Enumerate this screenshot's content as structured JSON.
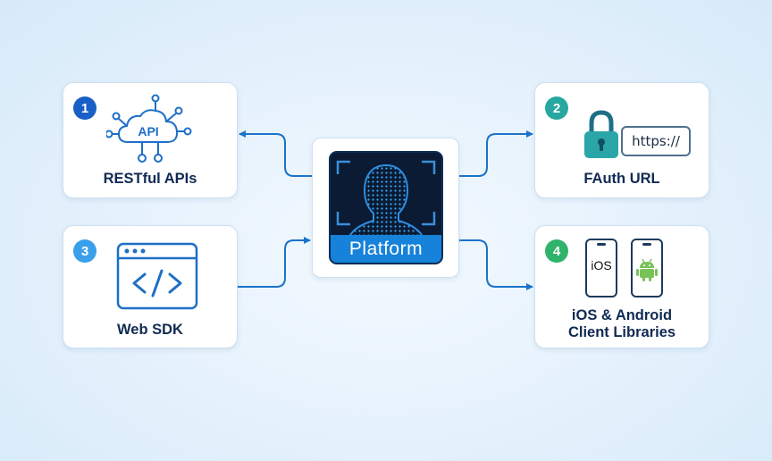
{
  "platform": {
    "title": "Platform"
  },
  "cards": {
    "restful": {
      "number": "1",
      "label": "RESTful APIs",
      "icon_text": "API",
      "badge_color": "#1a5fc6"
    },
    "fauth": {
      "number": "2",
      "label": "FAuth URL",
      "url_text": "https://",
      "badge_color": "#26a7a0"
    },
    "websdk": {
      "number": "3",
      "label": "Web SDK",
      "badge_color": "#3aa0ea"
    },
    "mobile": {
      "number": "4",
      "label_line1": "iOS & Android",
      "label_line2": "Client Libraries",
      "ios_text": "iOS",
      "badge_color": "#2fb36b"
    }
  },
  "colors": {
    "arrow": "#1a73c9",
    "icon_blue": "#1d6fc7",
    "lock_teal": "#2aa6a8",
    "android_green": "#78c257"
  }
}
